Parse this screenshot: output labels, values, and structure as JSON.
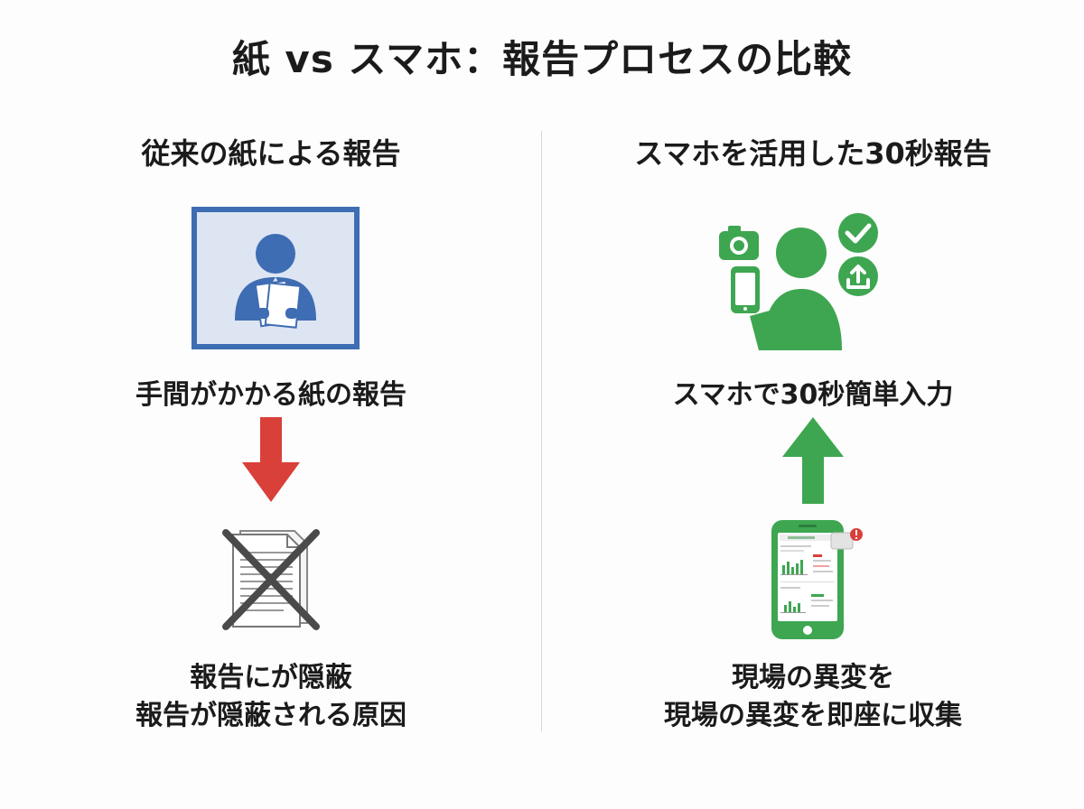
{
  "title": "紙 vs スマホ：報告プロセスの比較",
  "left": {
    "heading": "従来の紙による報告",
    "icon": "person-holding-papers-icon",
    "label": "手間がかかる紙の報告",
    "arrow": "arrow-down-icon",
    "arrow_color": "#d9403a",
    "document_icon": "crossed-out-document-icon",
    "caption_line1": "報告にが隠蔽",
    "caption_line2": "報告が隠蔽される原因"
  },
  "right": {
    "heading": "スマホを活用した30秒報告",
    "icon": "person-with-smartphone-icon",
    "label": "スマホで30秒簡単入力",
    "arrow": "arrow-up-icon",
    "arrow_color": "#3ea651",
    "phone_icon": "smartphone-dashboard-icon",
    "caption_line1": "現場の異変を",
    "caption_line2": "現場の異変を即座に収集"
  },
  "colors": {
    "blue": "#3f6db3",
    "blue_bg": "#dde5f3",
    "green": "#3ea651",
    "red": "#d9403a",
    "gray": "#555555"
  }
}
